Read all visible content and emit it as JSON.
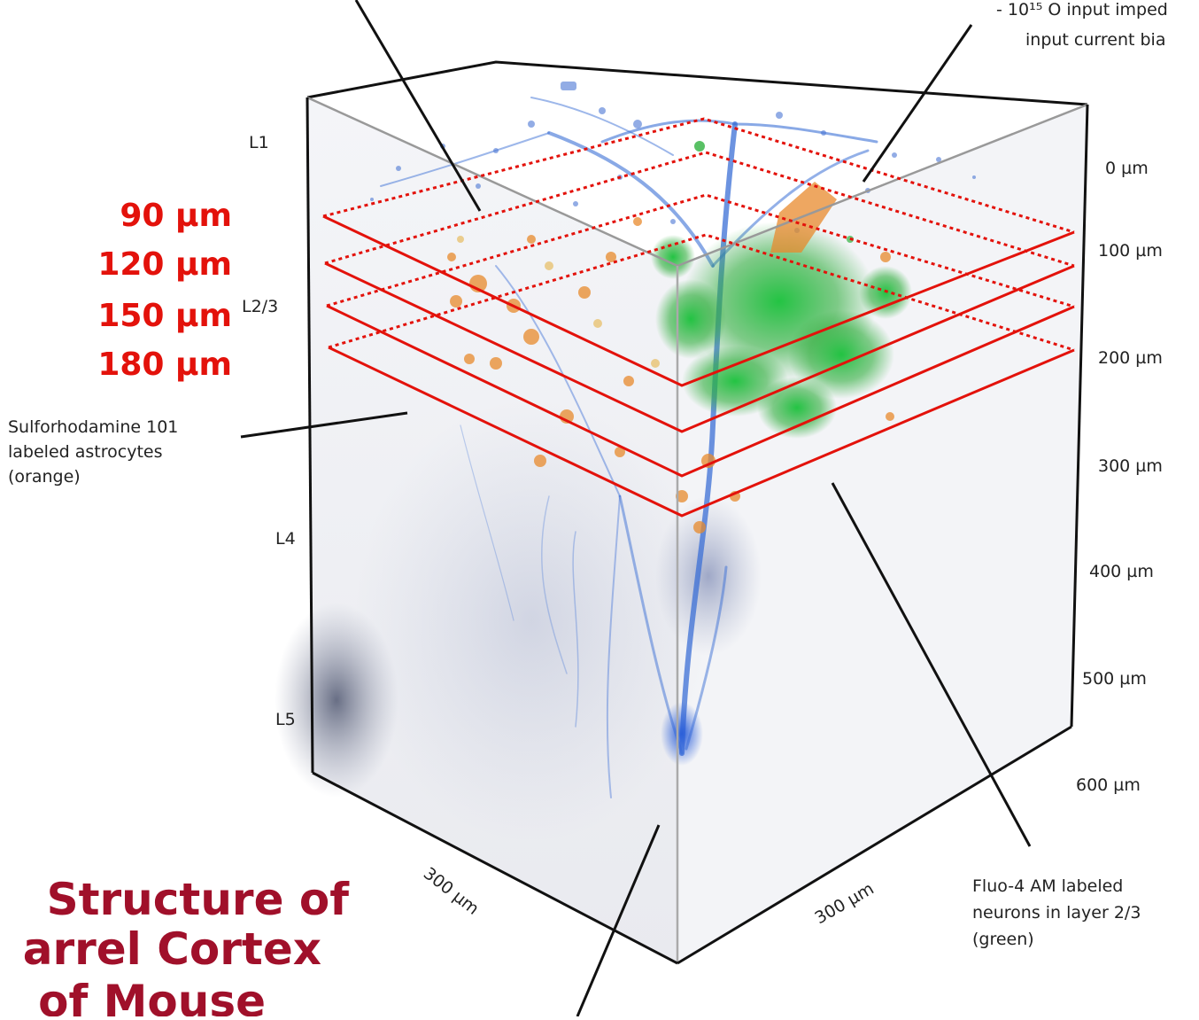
{
  "layers": {
    "l1": "L1",
    "l23": "L2/3",
    "l4": "L4",
    "l5": "L5"
  },
  "imaging_planes": [
    "90 µm",
    "120 µm",
    "150 µm",
    "180 µm"
  ],
  "depth_scale": [
    "0 µm",
    "100 µm",
    "200 µm",
    "300 µm",
    "400 µm",
    "500 µm",
    "600 µm"
  ],
  "width_labels": {
    "left": "300 µm",
    "right": "300 µm"
  },
  "annotations": {
    "top_right_line1": "- 10¹⁵ O input imped",
    "top_right_line2": "input current bia",
    "astrocytes": [
      "Sulforhodamine 101",
      "labeled astrocytes",
      "(orange)"
    ],
    "neurons": [
      "Fluo-4 AM labeled",
      "neurons in layer 2/3",
      "(green)"
    ]
  },
  "title": [
    "Structure of",
    "arrel Cortex",
    "of Mouse"
  ],
  "colors": {
    "plane_red": "#e3120b",
    "title_red": "#a0102a",
    "dendrite_blue": "#3b6fd6",
    "astrocyte_orange": "#e88a2c",
    "neuron_green": "#22b23a"
  }
}
